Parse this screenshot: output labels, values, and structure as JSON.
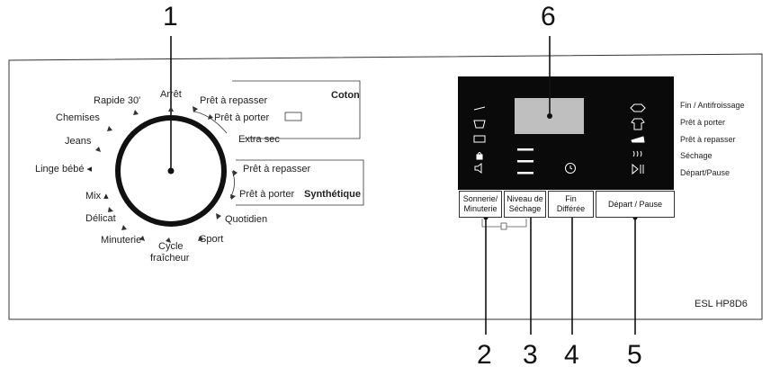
{
  "callouts": [
    "1",
    "2",
    "3",
    "4",
    "5",
    "6"
  ],
  "dial": {
    "arret": "Arrêt",
    "rapide": "Rapide 30'",
    "chemises": "Chemises",
    "jeans": "Jeans",
    "linge_bebe": "Linge bébé ◂",
    "mix": "Mix ▴",
    "delicat": "Délicat",
    "minuterie": "Minuterie",
    "cycle_line1": "Cycle",
    "cycle_line2": "fraîcheur",
    "sport": "Sport",
    "quotidien": "Quotidien",
    "coton_repasser": "Prêt à repasser",
    "coton_porter": "Prêt à porter",
    "coton_extra": "Extra sec",
    "coton_group": "Coton",
    "synth_repasser": "Prêt à repasser",
    "synth_porter": "Prêt à porter",
    "synth_group": "Synthétique"
  },
  "right_labels": [
    "Fin / Antifroissage",
    "Prêt à porter",
    "Prêt à repasser",
    "Séchage",
    "Départ/Pause"
  ],
  "buttons": {
    "sonnerie_l1": "Sonnerie/",
    "sonnerie_l2": "Minuterie",
    "niveau_l1": "Niveau de",
    "niveau_l2": "Séchage",
    "fin_l1": "Fin",
    "fin_l2": "Différée",
    "depart": "Départ / Pause"
  },
  "model": "ESL HP8D6",
  "colors": {
    "line": "#333333",
    "display_bg": "#0a0a0a",
    "lcd": "#bfbfbf",
    "dial_ring": "#111111"
  }
}
